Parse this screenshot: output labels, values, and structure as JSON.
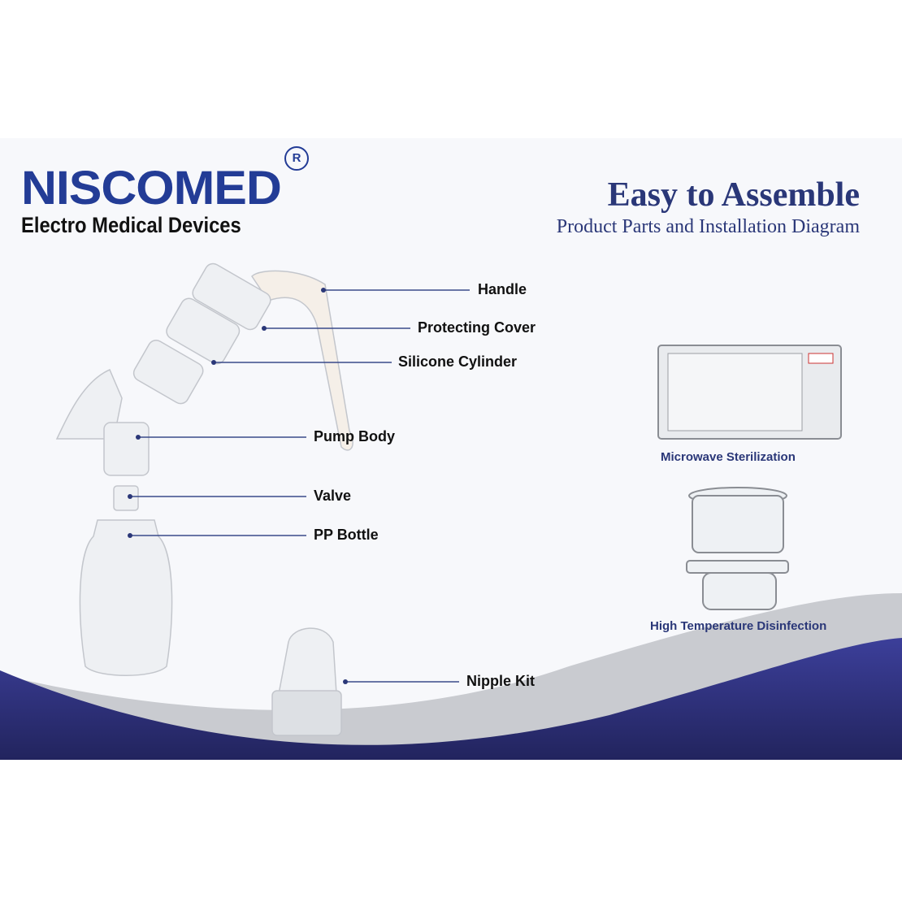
{
  "brand": {
    "name": "NISCOMED",
    "tagline": "Electro Medical Devices",
    "registered_mark": "R",
    "color": "#233c96"
  },
  "header": {
    "title": "Easy to Assemble",
    "subtitle": "Product Parts and Installation Diagram"
  },
  "parts": [
    {
      "label": "Handle"
    },
    {
      "label": "Protecting Cover"
    },
    {
      "label": "Silicone Cylinder"
    },
    {
      "label": "Pump Body"
    },
    {
      "label": "Valve"
    },
    {
      "label": "PP Bottle"
    },
    {
      "label": "Nipple Kit"
    }
  ],
  "sterilization": [
    {
      "caption": "Microwave Sterilization",
      "icon": "microwave-icon"
    },
    {
      "caption": "High Temperature Disinfection",
      "icon": "steamer-icon"
    }
  ],
  "colors": {
    "accent": "#2a3778",
    "wave": "#2d2f7e",
    "leader_line": "#3a4a8a"
  }
}
